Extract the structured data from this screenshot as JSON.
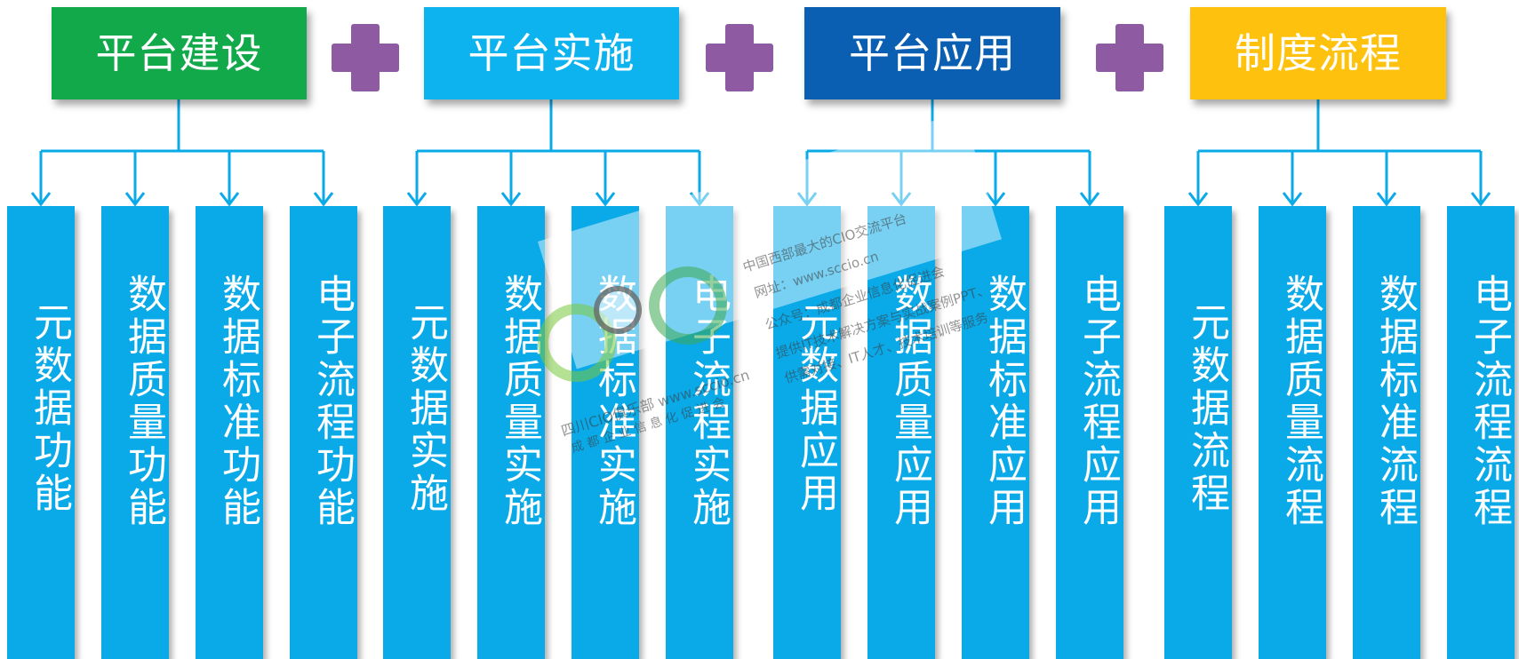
{
  "headers": [
    {
      "label": "平台建设",
      "color": "#12a94a"
    },
    {
      "label": "平台实施",
      "color": "#0db3ee"
    },
    {
      "label": "平台应用",
      "color": "#0b5fb3"
    },
    {
      "label": "制度流程",
      "color": "#fec20e"
    }
  ],
  "plus_color": "#8e5aa2",
  "connector_color": "#0aa9e8",
  "item_color": "#0aa9e8",
  "groups": [
    {
      "items": [
        "元数据功能",
        "数据质量功能",
        "数据标准功能",
        "电子流程功能"
      ]
    },
    {
      "items": [
        "元数据实施",
        "数据质量实施",
        "数据标准实施",
        "电子流程实施"
      ]
    },
    {
      "items": [
        "元数据应用",
        "数据质量应用",
        "数据标准应用",
        "电子流程应用"
      ]
    },
    {
      "items": [
        "元数据流程",
        "数据质量流程",
        "数据标准流程",
        "电子流程流程"
      ]
    }
  ],
  "watermark": {
    "line1": "中国西部最大的CIO交流平台",
    "line2": "网址：www.sccio.cn",
    "line3": "公众号：成都企业信息化促进会",
    "line4": "提供IT技术解决方案与实战案例PPT、",
    "line5": "供需对接、IT人才、技术培训等服务",
    "club_line": "四川CIO俱乐部 www.sccio.cn",
    "assoc_line": "成 都 企 业 信 息 化 促 进 会"
  }
}
